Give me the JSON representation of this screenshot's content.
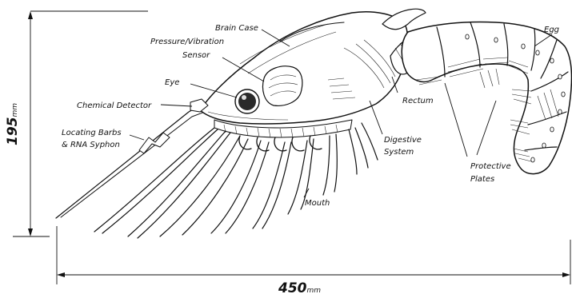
{
  "dimensions": {
    "height_value": "195",
    "height_unit": "mm",
    "length_value": "450",
    "length_unit": "mm"
  },
  "labels": {
    "brain_case": "Brain Case",
    "pressure_sensor_line1": "Pressure/Vibration",
    "pressure_sensor_line2": "Sensor",
    "eye": "Eye",
    "chemical_detector": "Chemical Detector",
    "locating_barbs_line1": "Locating Barbs",
    "locating_barbs_line2": "& RNA Syphon",
    "egg": "Egg",
    "rectum": "Rectum",
    "digestive_line1": "Digestive",
    "digestive_line2": "System",
    "protective_line1": "Protective",
    "protective_line2": "Plates",
    "mouth": "Mouth"
  }
}
